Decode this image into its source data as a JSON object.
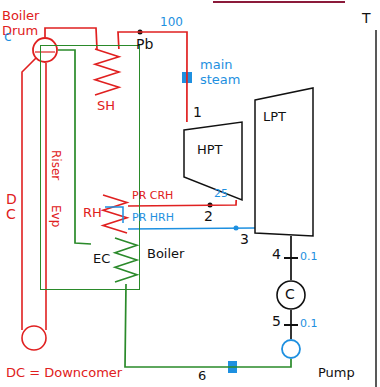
{
  "diagram": {
    "nodes": [
      {
        "text": [
          "Boiler Drum"
        ]
      },
      {
        "text": [
          "Boiler"
        ]
      },
      {
        "text": [
          "SH"
        ],
        "in": 1
      },
      {
        "text": [
          "RH"
        ],
        "in": 1
      },
      {
        "text": [
          "EC"
        ],
        "in": 1
      },
      {
        "text": [
          "HPT"
        ]
      },
      {
        "text": [
          "LPT"
        ]
      },
      {
        "text": [
          "C"
        ]
      },
      {
        "text": [
          "Pump"
        ]
      }
    ],
    "edges": [
      {
        "from": 0,
        "to": 2,
        "arrow": "none"
      },
      {
        "from": 2,
        "to": 5,
        "arrow": "none"
      },
      {
        "from": 5,
        "to": 3,
        "arrow": "none"
      },
      {
        "from": 3,
        "to": 6,
        "arrow": "none"
      },
      {
        "from": 6,
        "to": 7,
        "arrow": "none"
      },
      {
        "from": 7,
        "to": 8,
        "arrow": "none"
      },
      {
        "from": 8,
        "to": 4,
        "arrow": "none"
      },
      {
        "from": 4,
        "to": 0,
        "arrow": "none"
      }
    ],
    "labels": [
      "c",
      "Pb",
      "100",
      "main steam",
      "1",
      "Riser",
      "Evp",
      "DC",
      "PR CRH",
      "25",
      "2",
      "PR HRH",
      "3",
      "4",
      "0.1",
      "5",
      "0.1",
      "6",
      "DC = Downcomer",
      "T"
    ]
  }
}
